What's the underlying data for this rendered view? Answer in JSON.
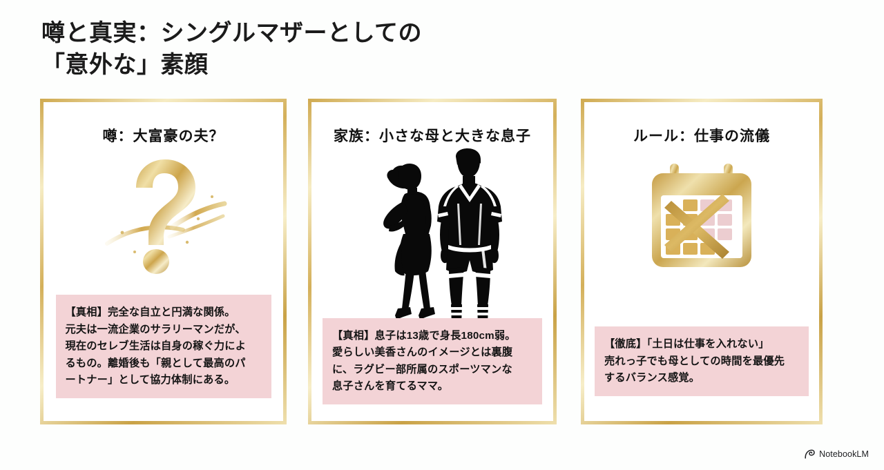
{
  "slide": {
    "background_color": "#fdfefd",
    "title": "噂と真実：シングルマザーとしての\n「意外な」素顔"
  },
  "theme": {
    "gold_accent": "#cfa94f",
    "gold_light": "#f6ecc4",
    "pink_box": "#f3d3d6",
    "text_color": "#141414"
  },
  "cards": [
    {
      "id": "card-1",
      "title": "噂：大富豪の夫？",
      "icon": "gold-question-mark-icon",
      "truth": "【真相】完全な自立と円満な関係。\n元夫は一流企業のサラリーマンだが、\n現在のセレブ生活は自身の稼ぐ力によ\nるもの。離婚後も「親として最高のパ\nートナー」として協力体制にある。"
    },
    {
      "id": "card-2",
      "title": "家族：小さな母と大きな息子",
      "icon": "mother-and-son-silhouette-icon",
      "truth": "【真相】息子は13歳で身長180cm弱。\n愛らしい美香さんのイメージとは裏腹\nに、ラグビー部所属のスポーツマンな\n息子さんを育てるママ。"
    },
    {
      "id": "card-3",
      "title": "ルール：仕事の流儀",
      "icon": "gold-calendar-crossed-icon",
      "truth": "【徹底】「土日は仕事を入れない」\n売れっ子でも母としての時間を最優先\nするバランス感覚。"
    }
  ],
  "footer": {
    "logo_icon": "notebooklm-spiral-icon",
    "logo_text": "NotebookLM"
  }
}
